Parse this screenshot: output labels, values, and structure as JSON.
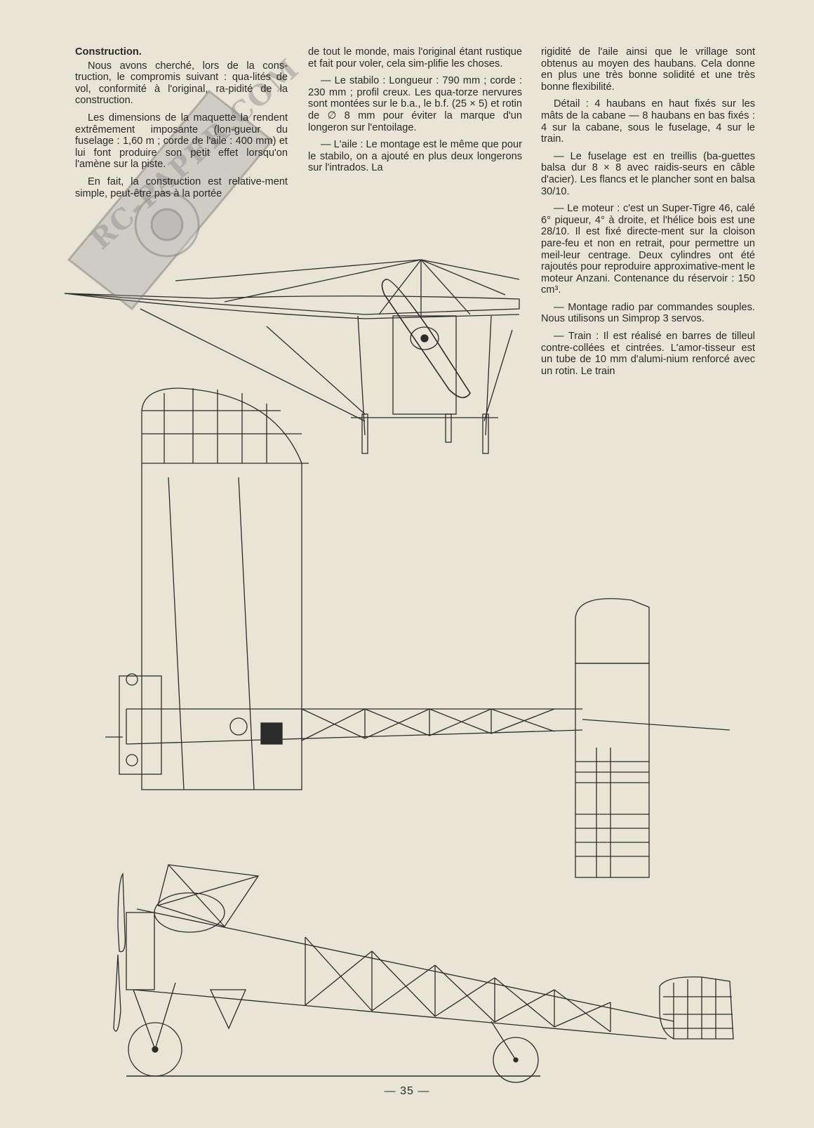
{
  "article": {
    "heading": "Construction.",
    "col1": [
      "Nous avons cherché, lors de la cons-truction, le compromis suivant : qua-lités de vol, conformité à l'original, ra-pidité de la construction.",
      "Les dimensions de la maquette la rendent extrêmement imposante (lon-gueur du fuselage : 1,60 m ; corde de l'aile : 400 mm) et lui font produire son petit effet lorsqu'on l'amène sur la piste.",
      "En fait, la construction est relative-ment simple, peut-être pas à la portée"
    ],
    "col2": [
      "de tout le monde, mais l'original étant rustique et fait pour voler, cela sim-plifie les choses.",
      "— Le stabilo : Longueur : 790 mm ; corde : 230 mm ; profil creux. Les qua-torze nervures sont montées sur le b.a., le b.f. (25 × 5) et rotin de ∅ 8 mm pour éviter la marque d'un longeron sur l'entoilage.",
      "— L'aile : Le montage est le même que pour le stabilo, on a ajouté en plus deux longerons sur l'intrados. La"
    ],
    "col3": [
      "rigidité de l'aile ainsi que le vrillage sont obtenus au moyen des haubans. Cela donne en plus une très bonne solidité et une très bonne flexibilité.",
      "Détail : 4 haubans en haut fixés sur les mâts de la cabane — 8 haubans en bas fixés : 4 sur la cabane, sous le fuselage, 4 sur le train.",
      "— Le fuselage est en treillis (ba-guettes balsa dur 8 × 8 avec raidis-seurs en câble d'acier). Les flancs et le plancher sont en balsa 30/10.",
      "— Le moteur : c'est un Super-Tigre 46, calé 6° piqueur, 4° à droite, et l'hélice bois est une 28/10. Il est fixé directe-ment sur la cloison pare-feu et non en retrait, pour permettre un meil-leur centrage. Deux cylindres ont été rajoutés pour reproduire approximative-ment le moteur Anzani. Contenance du réservoir : 150 cm³.",
      "— Montage radio par commandes souples. Nous utilisons un Simprop 3 servos.",
      "— Train : Il est réalisé en barres de tilleul contre-collées et cintrées. L'amor-tisseur est un tube de 10 mm d'alumi-nium renforcé avec un rotin. Le train"
    ]
  },
  "watermark": "RC-PAPER.COM",
  "page_number": "— 35 —"
}
